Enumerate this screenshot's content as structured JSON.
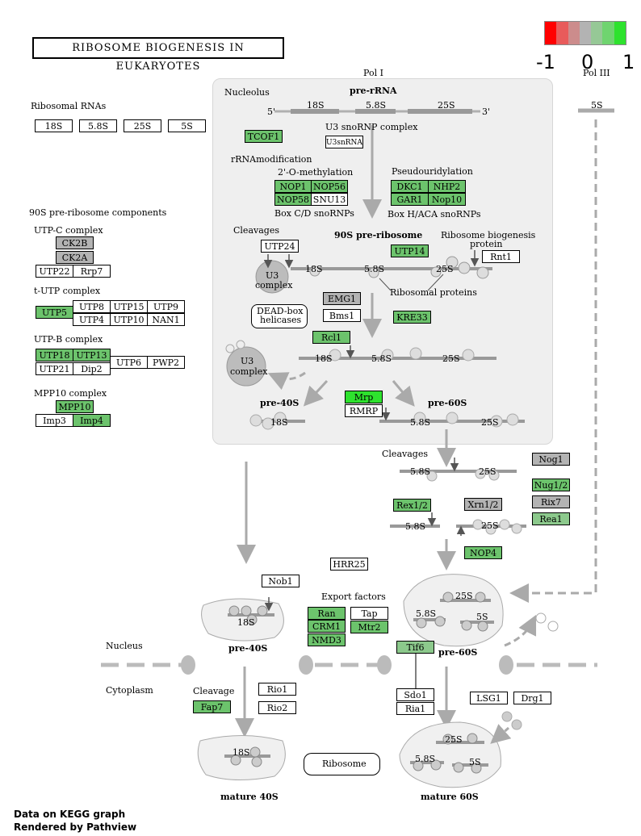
{
  "title": "RIBOSOME BIOGENESIS IN EUKARYOTES",
  "legend": {
    "min": "-1",
    "mid": "0",
    "max": "1",
    "colors": [
      "#ff0000",
      "#e85b5b",
      "#cc8c8c",
      "#b3b3b3",
      "#96c896",
      "#6fd46f",
      "#2ee22e"
    ]
  },
  "pol_labels": {
    "pol1": "Pol I",
    "pol3": "Pol III",
    "pol3_5s": "5S"
  },
  "nucleolus": {
    "label": "Nucleolus",
    "pre_rrna": "pre-rRNA",
    "rrna_segments": [
      "18S",
      "5.8S",
      "25S"
    ],
    "end5": "5'",
    "end3": "3'"
  },
  "ribosomal_rnas": {
    "label": "Ribosomal RNAs",
    "items": [
      "18S",
      "5.8S",
      "25S",
      "5S"
    ]
  },
  "pre90s_components": {
    "label": "90S pre-ribosome components",
    "utp_c": {
      "label": "UTP-C complex",
      "ck2b": "CK2B",
      "ck2a": "CK2A",
      "utp22": "UTP22",
      "rrp7": "Rrp7"
    },
    "t_utp": {
      "label": "t-UTP complex",
      "utp5": "UTP5",
      "utp8": "UTP8",
      "utp15": "UTP15",
      "utp9": "UTP9",
      "utp4": "UTP4",
      "utp10": "UTP10",
      "nan1": "NAN1"
    },
    "utp_b": {
      "label": "UTP-B complex",
      "utp18": "UTP18",
      "utp13": "UTP13",
      "utp21": "UTP21",
      "dip2": "Dip2",
      "utp6": "UTP6",
      "pwp2": "PWP2"
    },
    "mpp10": {
      "label": "MPP10 complex",
      "mpp10": "MPP10",
      "imp3": "Imp3",
      "imp4": "Imp4"
    }
  },
  "nucleolus_items": {
    "tcof1": "TCOF1",
    "u3_snornp": "U3 snoRNP  complex",
    "u3snrna": "U3snRNA",
    "rrna_mod": "rRNAmodification",
    "methylation": "2'-O-methylation",
    "nop1": "NOP1",
    "nop56": "NOP56",
    "nop58": "NOP58",
    "snu13": "SNU13",
    "cd_snornps": "Box C/D snoRNPs",
    "pseudouridylation": "Pseudouridylation",
    "dkc1": "DKC1",
    "nhp2": "NHP2",
    "gar1": "GAR1",
    "nop10": "Nop10",
    "haca_snornps": "Box H/ACA snoRNPs",
    "cleavages": "Cleavages",
    "utp24": "UTP24",
    "pre90s": "90S pre-ribosome",
    "utp14": "UTP14",
    "rb_protein": "Ribosome biogenesis",
    "rb_protein2": "protein",
    "rnt1": "Rnt1",
    "u3complex": "U3",
    "u3complex2": "complex",
    "rrna_18s": "18S",
    "rrna_58s": "5.8S",
    "rrna_25s": "25S",
    "ribosomal_proteins": "Ribosomal proteins",
    "emg1": "EMG1",
    "bms1": "Bms1",
    "kre33": "KRE33",
    "deadbox": "DEAD-box",
    "deadbox2": "helicases",
    "rcl1": "Rcl1",
    "mrp": "Mrp",
    "rmrp": "RMRP",
    "pre40s": "pre-40S",
    "pre60s": "pre-60S"
  },
  "nuclear_60s": {
    "cleavages": "Cleavages",
    "nog1": "Nog1",
    "nug1": "Nug1/2",
    "rix7": "Rix7",
    "rea1": "Rea1",
    "rex1": "Rex1/2",
    "xrn1": "Xrn1/2",
    "nop4": "NOP4",
    "s58": "5.8S",
    "s25": "25S"
  },
  "export": {
    "hrr25": "HRR25",
    "nob1": "Nob1",
    "export_factors": "Export factors",
    "ran": "Ran",
    "tap": "Tap",
    "crm1": "CRM1",
    "mtr2": "Mtr2",
    "nmd3": "NMD3",
    "tif6": "Tif6",
    "pre40s": "pre-40S",
    "pre60s": "pre-60S",
    "s18": "18S",
    "s58": "5.8S",
    "s25": "25S",
    "s5": "5S"
  },
  "compartments": {
    "nucleus": "Nucleus",
    "cytoplasm": "Cytoplasm"
  },
  "cytoplasm_items": {
    "cleavage": "Cleavage",
    "fap7": "Fap7",
    "rio1": "Rio1",
    "rio2": "Rio2",
    "sdo1": "Sdo1",
    "ria1": "Ria1",
    "lsg1": "LSG1",
    "drg1": "Drg1",
    "ribosome": "Ribosome",
    "mature40s": "mature 40S",
    "mature60s": "mature 60S",
    "s18": "18S",
    "s58": "5.8S",
    "s25": "25S",
    "s5": "5S"
  },
  "footer": {
    "line1": "Data on KEGG graph",
    "line2": "Rendered by Pathview"
  }
}
